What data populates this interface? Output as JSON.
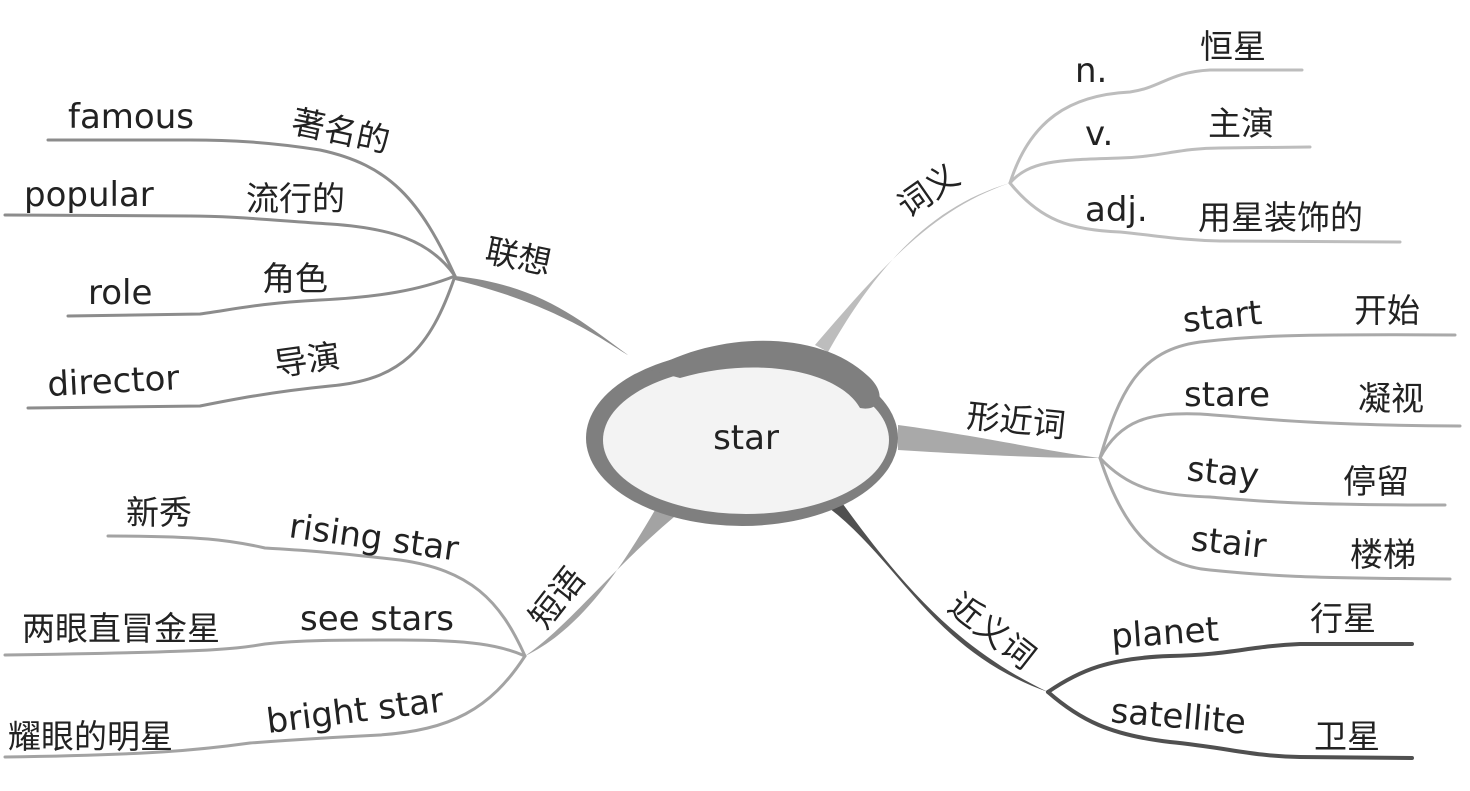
{
  "center": {
    "word": "star"
  },
  "colors": {
    "ring_outer": "#7f7f7f",
    "ring_inner": "#f3f3f3",
    "branch_meaning": "#bdbdbd",
    "branch_similar": "#a9a9a9",
    "branch_synonym": "#505050",
    "branch_phrase": "#a3a3a3",
    "branch_assoc": "#8c8c8c"
  },
  "branches": {
    "meaning": {
      "label": "词义",
      "items": [
        {
          "en": "n.",
          "cn": "恒星"
        },
        {
          "en": "v.",
          "cn": "主演"
        },
        {
          "en": "adj.",
          "cn": "用星装饰的"
        }
      ]
    },
    "similar": {
      "label": "形近词",
      "items": [
        {
          "en": "start",
          "cn": "开始"
        },
        {
          "en": "stare",
          "cn": "凝视"
        },
        {
          "en": "stay",
          "cn": "停留"
        },
        {
          "en": "stair",
          "cn": "楼梯"
        }
      ]
    },
    "synonym": {
      "label": "近义词",
      "items": [
        {
          "en": "planet",
          "cn": "行星"
        },
        {
          "en": "satellite",
          "cn": "卫星"
        }
      ]
    },
    "phrase": {
      "label": "短语",
      "items": [
        {
          "en": "rising star",
          "cn": "新秀"
        },
        {
          "en": "see stars",
          "cn": "两眼直冒金星"
        },
        {
          "en": "bright star",
          "cn": "耀眼的明星"
        }
      ]
    },
    "assoc": {
      "label": "联想",
      "items": [
        {
          "en": "famous",
          "cn": "著名的"
        },
        {
          "en": "popular",
          "cn": "流行的"
        },
        {
          "en": "role",
          "cn": "角色"
        },
        {
          "en": "director",
          "cn": "导演"
        }
      ]
    }
  }
}
